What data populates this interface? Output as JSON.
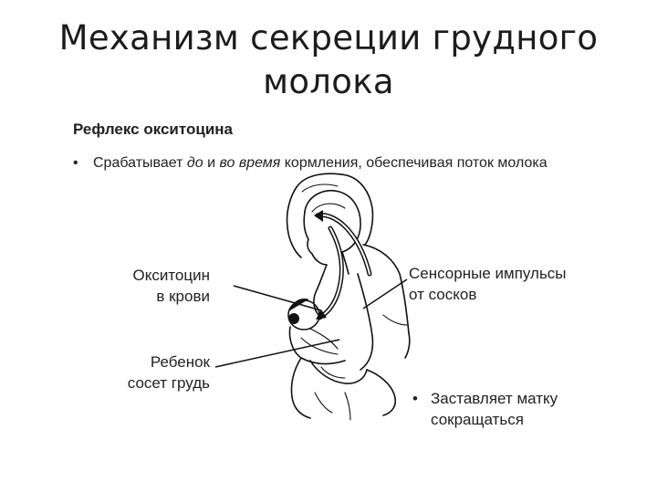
{
  "title": {
    "line1": "Механизм секреции грудного",
    "line2": "молока"
  },
  "subtitle": "Рефлекс окситоцина",
  "main_bullet": {
    "marker": "•",
    "part1": "Срабатывает ",
    "em1": "до",
    "part2": " и ",
    "em2": "во время",
    "part3": " кормления, обеспечивая поток молока"
  },
  "labels": {
    "oxytocin_line1": "Окситоцин",
    "oxytocin_line2": "в крови",
    "baby_line1": "Ребенок",
    "baby_line2": "сосет грудь",
    "sensory_line1": "Сенсорные импульсы",
    "sensory_line2": "от сосков",
    "uterus_marker": "•",
    "uterus_line1": "Заставляет матку",
    "uterus_line2": "сокращаться"
  }
}
